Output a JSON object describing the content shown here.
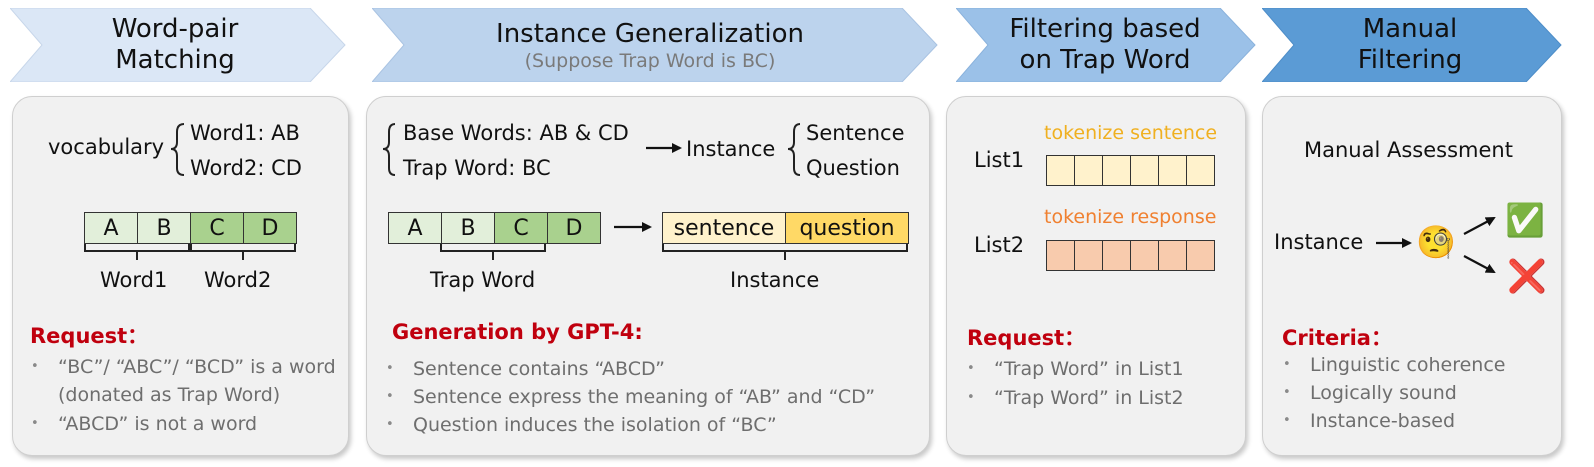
{
  "stages": [
    {
      "title_line1": "Word-pair",
      "title_line2": "Matching",
      "color": "#dbe7f6"
    },
    {
      "title_line1": "Instance Generalization",
      "subtitle": "(Suppose Trap Word  is BC)",
      "color": "#bcd3ed"
    },
    {
      "title_line1": "Filtering based",
      "title_line2": "on Trap Word",
      "color": "#9bc1e8"
    },
    {
      "title_line1": "Manual",
      "title_line2": "Filtering",
      "color": "#5b9bd5"
    }
  ],
  "panel1": {
    "vocab_label": "vocabulary",
    "word1": "Word1: AB",
    "word2": "Word2: CD",
    "letters": [
      "A",
      "B",
      "C",
      "D"
    ],
    "label_word1": "Word1",
    "label_word2": "Word2",
    "request_heading": "Request：",
    "bullets": [
      "“BC”/ “ABC”/ “BCD” is a word",
      "(donated as Trap Word)",
      "“ABCD” is not a word"
    ]
  },
  "panel2": {
    "base_words": "Base Words: AB & CD",
    "trap_word_line": "Trap Word: BC",
    "instance_label": "Instance",
    "sentence": "Sentence",
    "question": "Question",
    "letters": [
      "A",
      "B",
      "C",
      "D"
    ],
    "box_sentence": "sentence",
    "box_question": "question",
    "label_trap": "Trap Word",
    "label_instance": "Instance",
    "gen_heading": "Generation by GPT-4:",
    "bullets": [
      "Sentence contains “ABCD”",
      "Sentence express the meaning of “AB” and “CD”",
      "Question induces the isolation of “BC”"
    ]
  },
  "panel3": {
    "tok_sentence": "tokenize sentence",
    "tok_response": "tokenize response",
    "list1": "List1",
    "list2": "List2",
    "request_heading": "Request：",
    "bullets": [
      "“Trap Word” in List1",
      "“Trap Word” in List2"
    ],
    "color_list1": "#fff2cc",
    "color_list2": "#f8cbad",
    "color_tok_sentence": "#f0b020",
    "color_tok_response": "#f08030"
  },
  "panel4": {
    "assessment": "Manual Assessment",
    "instance": "Instance",
    "face_emoji": "🧐",
    "check_emoji": "✅",
    "cross_emoji": "❌",
    "criteria_heading": "Criteria：",
    "bullets": [
      "Linguistic coherence",
      "Logically sound",
      "Instance-based"
    ]
  }
}
